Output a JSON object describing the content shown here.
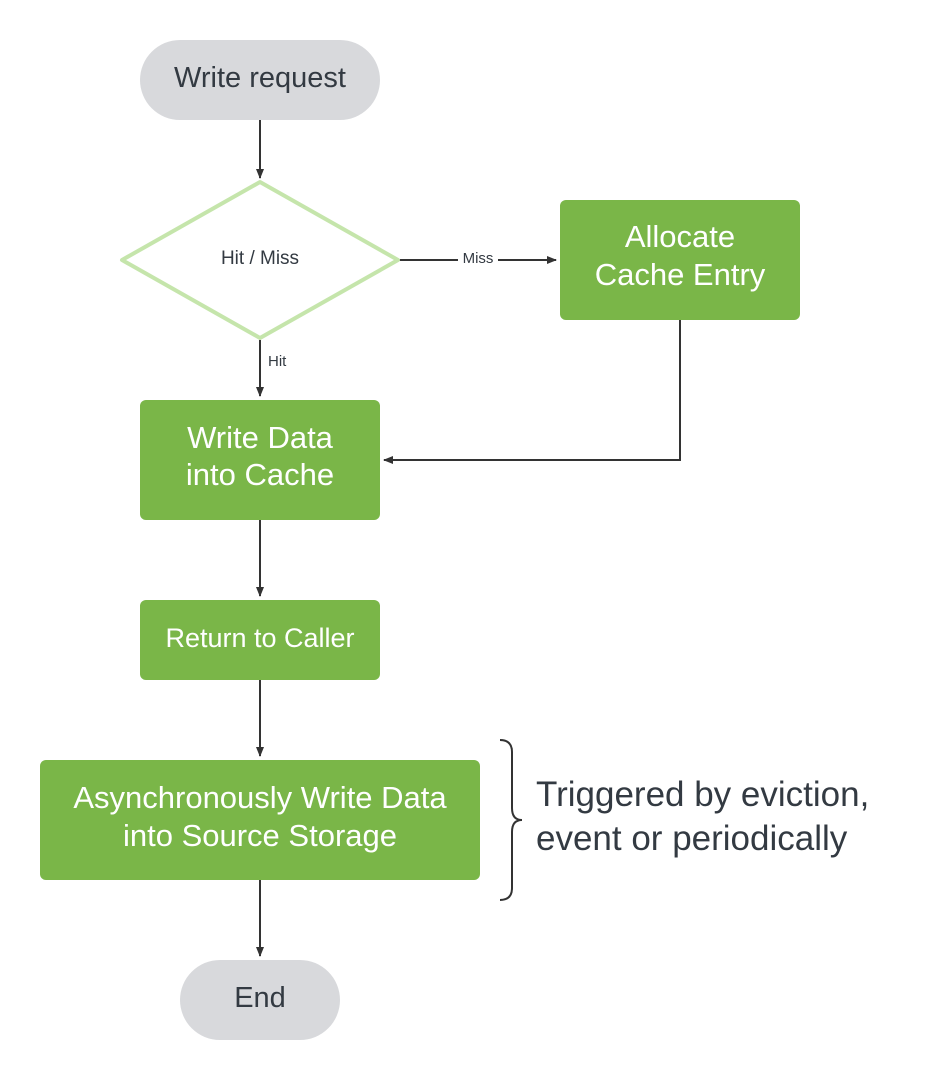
{
  "nodes": {
    "start": {
      "text": "Write request"
    },
    "decision": {
      "text": "Hit / Miss"
    },
    "allocate": {
      "line1": "Allocate",
      "line2": "Cache Entry"
    },
    "write_cache": {
      "line1": "Write Data",
      "line2": "into Cache"
    },
    "return": {
      "text": "Return to Caller"
    },
    "async_write": {
      "line1": "Asynchronously Write Data",
      "line2": "into Source Storage"
    },
    "end": {
      "text": "End"
    }
  },
  "edges": {
    "miss_label": "Miss",
    "hit_label": "Hit"
  },
  "annotation": {
    "line1": "Triggered by eviction,",
    "line2": "event or periodically"
  },
  "colors": {
    "process_fill": "#7ab648",
    "terminal_fill": "#d8d9dc",
    "decision_stroke": "#c5e5ab",
    "edge": "#333333",
    "text_dark": "#333a42",
    "text_light": "#ffffff"
  }
}
